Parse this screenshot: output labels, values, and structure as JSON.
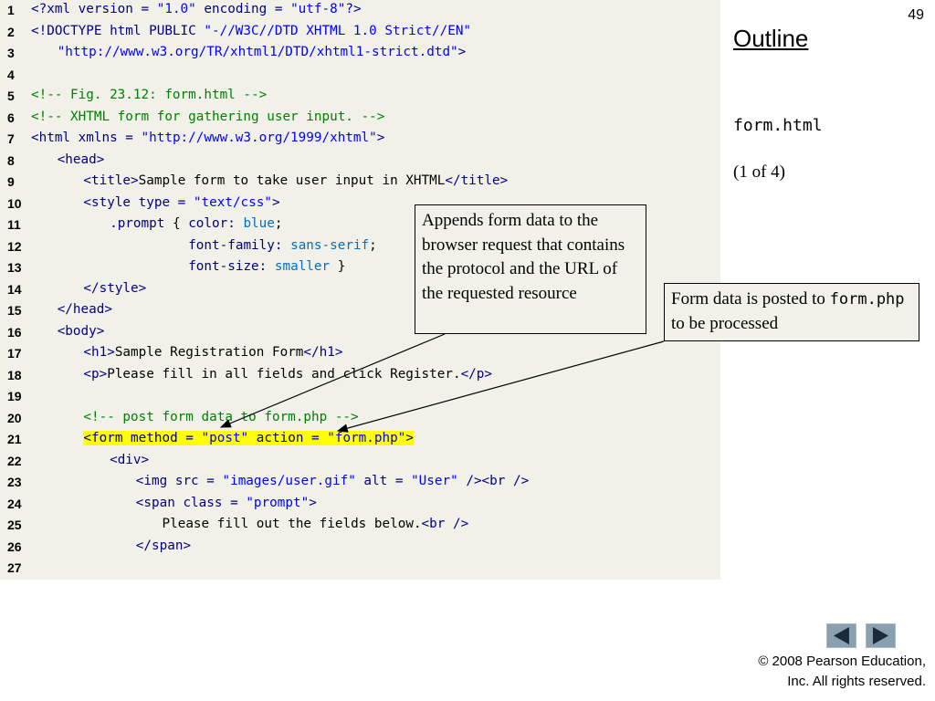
{
  "page_number": "49",
  "outline_title": "Outline",
  "file_label": "form.html",
  "part_label": "(1 of 4)",
  "code_lines": [
    {
      "num": "1",
      "indent": 0,
      "segs": [
        {
          "t": "<?xml version = ",
          "c": "k"
        },
        {
          "t": "\"1.0\"",
          "c": "s"
        },
        {
          "t": " encoding = ",
          "c": "k"
        },
        {
          "t": "\"utf-8\"",
          "c": "s"
        },
        {
          "t": "?>",
          "c": "k"
        }
      ]
    },
    {
      "num": "2",
      "indent": 0,
      "segs": [
        {
          "t": "<!DOCTYPE html PUBLIC ",
          "c": "k"
        },
        {
          "t": "\"-//W3C//DTD XHTML 1.0 Strict//EN\"",
          "c": "s"
        }
      ]
    },
    {
      "num": "3",
      "indent": 1,
      "segs": [
        {
          "t": "\"http://www.w3.org/TR/xhtml1/DTD/xhtml1-strict.dtd\"",
          "c": "s"
        },
        {
          "t": ">",
          "c": "k"
        }
      ]
    },
    {
      "num": "4",
      "indent": 0,
      "segs": []
    },
    {
      "num": "5",
      "indent": 0,
      "segs": [
        {
          "t": "<!-- Fig. 23.12: form.html -->",
          "c": "c"
        }
      ]
    },
    {
      "num": "6",
      "indent": 0,
      "segs": [
        {
          "t": "<!-- XHTML form for gathering user input. -->",
          "c": "c"
        }
      ]
    },
    {
      "num": "7",
      "indent": 0,
      "segs": [
        {
          "t": "<html xmlns = ",
          "c": "k"
        },
        {
          "t": "\"http://www.w3.org/1999/xhtml\"",
          "c": "s"
        },
        {
          "t": ">",
          "c": "k"
        }
      ]
    },
    {
      "num": "8",
      "indent": 1,
      "segs": [
        {
          "t": "<head>",
          "c": "k"
        }
      ]
    },
    {
      "num": "9",
      "indent": 2,
      "segs": [
        {
          "t": "<title>",
          "c": "k"
        },
        {
          "t": "Sample form to take user input in XHTML",
          "c": "t"
        },
        {
          "t": "</title>",
          "c": "k"
        }
      ]
    },
    {
      "num": "10",
      "indent": 2,
      "segs": [
        {
          "t": "<style type = ",
          "c": "k"
        },
        {
          "t": "\"text/css\"",
          "c": "s"
        },
        {
          "t": ">",
          "c": "k"
        }
      ]
    },
    {
      "num": "11",
      "indent": 3,
      "segs": [
        {
          "t": ".prompt",
          "c": "k"
        },
        {
          "t": " { ",
          "c": "t"
        },
        {
          "t": "color:",
          "c": "k"
        },
        {
          "t": " blue",
          "c": "p"
        },
        {
          "t": ";",
          "c": "t"
        }
      ]
    },
    {
      "num": "12",
      "indent": 6,
      "segs": [
        {
          "t": "font-family:",
          "c": "k"
        },
        {
          "t": " sans-serif",
          "c": "p"
        },
        {
          "t": ";",
          "c": "t"
        }
      ]
    },
    {
      "num": "13",
      "indent": 6,
      "segs": [
        {
          "t": "font-size:",
          "c": "k"
        },
        {
          "t": " smaller",
          "c": "p"
        },
        {
          "t": " }",
          "c": "t"
        }
      ]
    },
    {
      "num": "14",
      "indent": 2,
      "segs": [
        {
          "t": "</style>",
          "c": "k"
        }
      ]
    },
    {
      "num": "15",
      "indent": 1,
      "segs": [
        {
          "t": "</head>",
          "c": "k"
        }
      ]
    },
    {
      "num": "16",
      "indent": 1,
      "segs": [
        {
          "t": "<body>",
          "c": "k"
        }
      ]
    },
    {
      "num": "17",
      "indent": 2,
      "segs": [
        {
          "t": "<h1>",
          "c": "k"
        },
        {
          "t": "Sample Registration Form",
          "c": "t"
        },
        {
          "t": "</h1>",
          "c": "k"
        }
      ]
    },
    {
      "num": "18",
      "indent": 2,
      "segs": [
        {
          "t": "<p>",
          "c": "k"
        },
        {
          "t": "Please fill in all fields and click Register.",
          "c": "t"
        },
        {
          "t": "</p>",
          "c": "k"
        }
      ]
    },
    {
      "num": "19",
      "indent": 0,
      "segs": []
    },
    {
      "num": "20",
      "indent": 2,
      "segs": [
        {
          "t": "<!-- post form data to form.php -->",
          "c": "c"
        }
      ]
    },
    {
      "num": "21",
      "indent": 2,
      "highlight": true,
      "segs": [
        {
          "t": "<form method = ",
          "c": "k"
        },
        {
          "t": "\"post\"",
          "c": "s"
        },
        {
          "t": " action = ",
          "c": "k"
        },
        {
          "t": "\"form.php\"",
          "c": "s"
        },
        {
          "t": ">",
          "c": "k"
        }
      ]
    },
    {
      "num": "22",
      "indent": 3,
      "segs": [
        {
          "t": "<div>",
          "c": "k"
        }
      ]
    },
    {
      "num": "23",
      "indent": 4,
      "segs": [
        {
          "t": "<img src = ",
          "c": "k"
        },
        {
          "t": "\"images/user.gif\"",
          "c": "s"
        },
        {
          "t": " alt = ",
          "c": "k"
        },
        {
          "t": "\"User\"",
          "c": "s"
        },
        {
          "t": " /><br />",
          "c": "k"
        }
      ]
    },
    {
      "num": "24",
      "indent": 4,
      "segs": [
        {
          "t": "<span class = ",
          "c": "k"
        },
        {
          "t": "\"prompt\"",
          "c": "s"
        },
        {
          "t": ">",
          "c": "k"
        }
      ]
    },
    {
      "num": "25",
      "indent": 5,
      "segs": [
        {
          "t": "Please fill out the fields below.",
          "c": "t"
        },
        {
          "t": "<br />",
          "c": "k"
        }
      ]
    },
    {
      "num": "26",
      "indent": 4,
      "segs": [
        {
          "t": "</span>",
          "c": "k"
        }
      ]
    },
    {
      "num": "27",
      "indent": 0,
      "segs": []
    }
  ],
  "callout_append": "Appends form data to the browser request that contains the protocol and the URL of the requested resource",
  "callout_post": {
    "before": "Form data is posted to ",
    "code": "form.php",
    "after": " to be processed"
  },
  "nav": {
    "prev": "previous-slide",
    "next": "next-slide"
  },
  "copyright_line1": "© 2008 Pearson Education,",
  "copyright_line2": "Inc.  All rights reserved.",
  "colors": {
    "panel": "#f1f1ea",
    "keyword": "#000080",
    "string": "#0000ff",
    "comment": "#008000",
    "highlight": "#ffff00",
    "nav_button": "#8aa0b0"
  }
}
